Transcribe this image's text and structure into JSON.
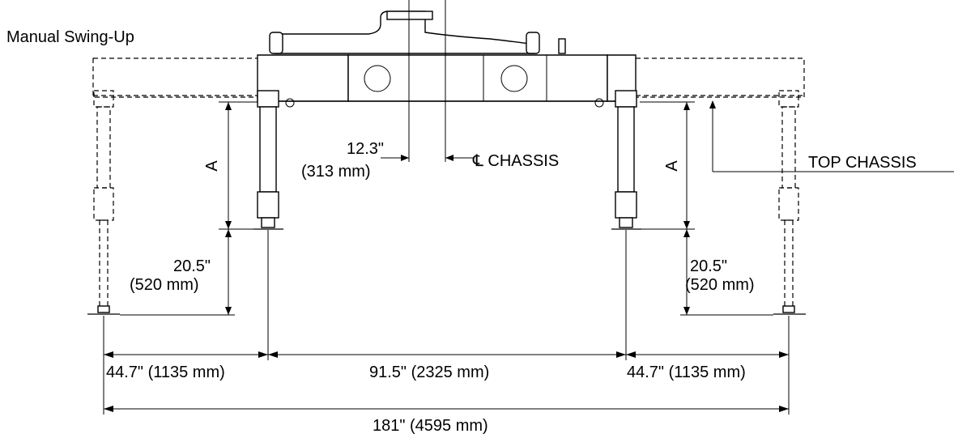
{
  "title": "Manual Swing-Up",
  "labels": {
    "offset_in": "12.3\"",
    "offset_mm": "(313 mm)",
    "centerline": "℄ CHASSIS",
    "top_chassis": "TOP CHASSIS",
    "dim_a_left": "A",
    "dim_a_right": "A",
    "stroke_left_in": "20.5\"",
    "stroke_left_mm": "(520 mm)",
    "stroke_right_in": "20.5\"",
    "stroke_right_mm": "(520 mm)",
    "span_left": "44.7\" (1135 mm)",
    "span_center": "91.5\" (2325 mm)",
    "span_right": "44.7\" (1135 mm)",
    "span_total": "181\" (4595 mm)"
  }
}
